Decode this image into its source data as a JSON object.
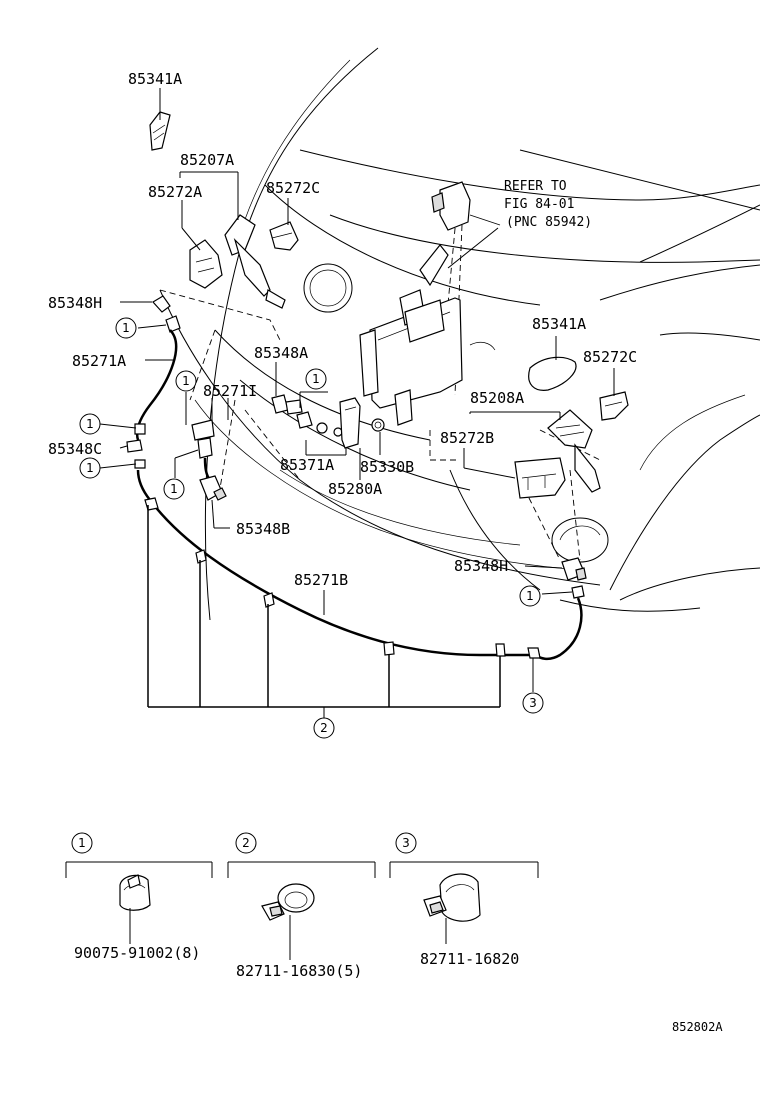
{
  "part_labels": {
    "p85341A_top": "85341A",
    "p85207A": "85207A",
    "p85272A": "85272A",
    "p85272C_top": "85272C",
    "p85348H_left": "85348H",
    "p85271A": "85271A",
    "p85348A": "85348A",
    "p85271I": "85271I",
    "p85348C": "85348C",
    "p85371A": "85371A",
    "p85330B": "85330B",
    "p85280A": "85280A",
    "p85348B": "85348B",
    "p85341A_right": "85341A",
    "p85272C_right": "85272C",
    "p85208A": "85208A",
    "p85272B": "85272B",
    "p85348H_right": "85348H",
    "p85271B": "85271B"
  },
  "refer_note": {
    "line1": "REFER TO",
    "line2": "FIG 84-01",
    "line3": "(PNC 85942)"
  },
  "callouts": {
    "c1": "1",
    "c2": "2",
    "c3": "3"
  },
  "legend": [
    {
      "num": "1",
      "part_no": "90075-91002(8)"
    },
    {
      "num": "2",
      "part_no": "82711-16830(5)"
    },
    {
      "num": "3",
      "part_no": "82711-16820"
    }
  ],
  "figure_code": "852802A"
}
